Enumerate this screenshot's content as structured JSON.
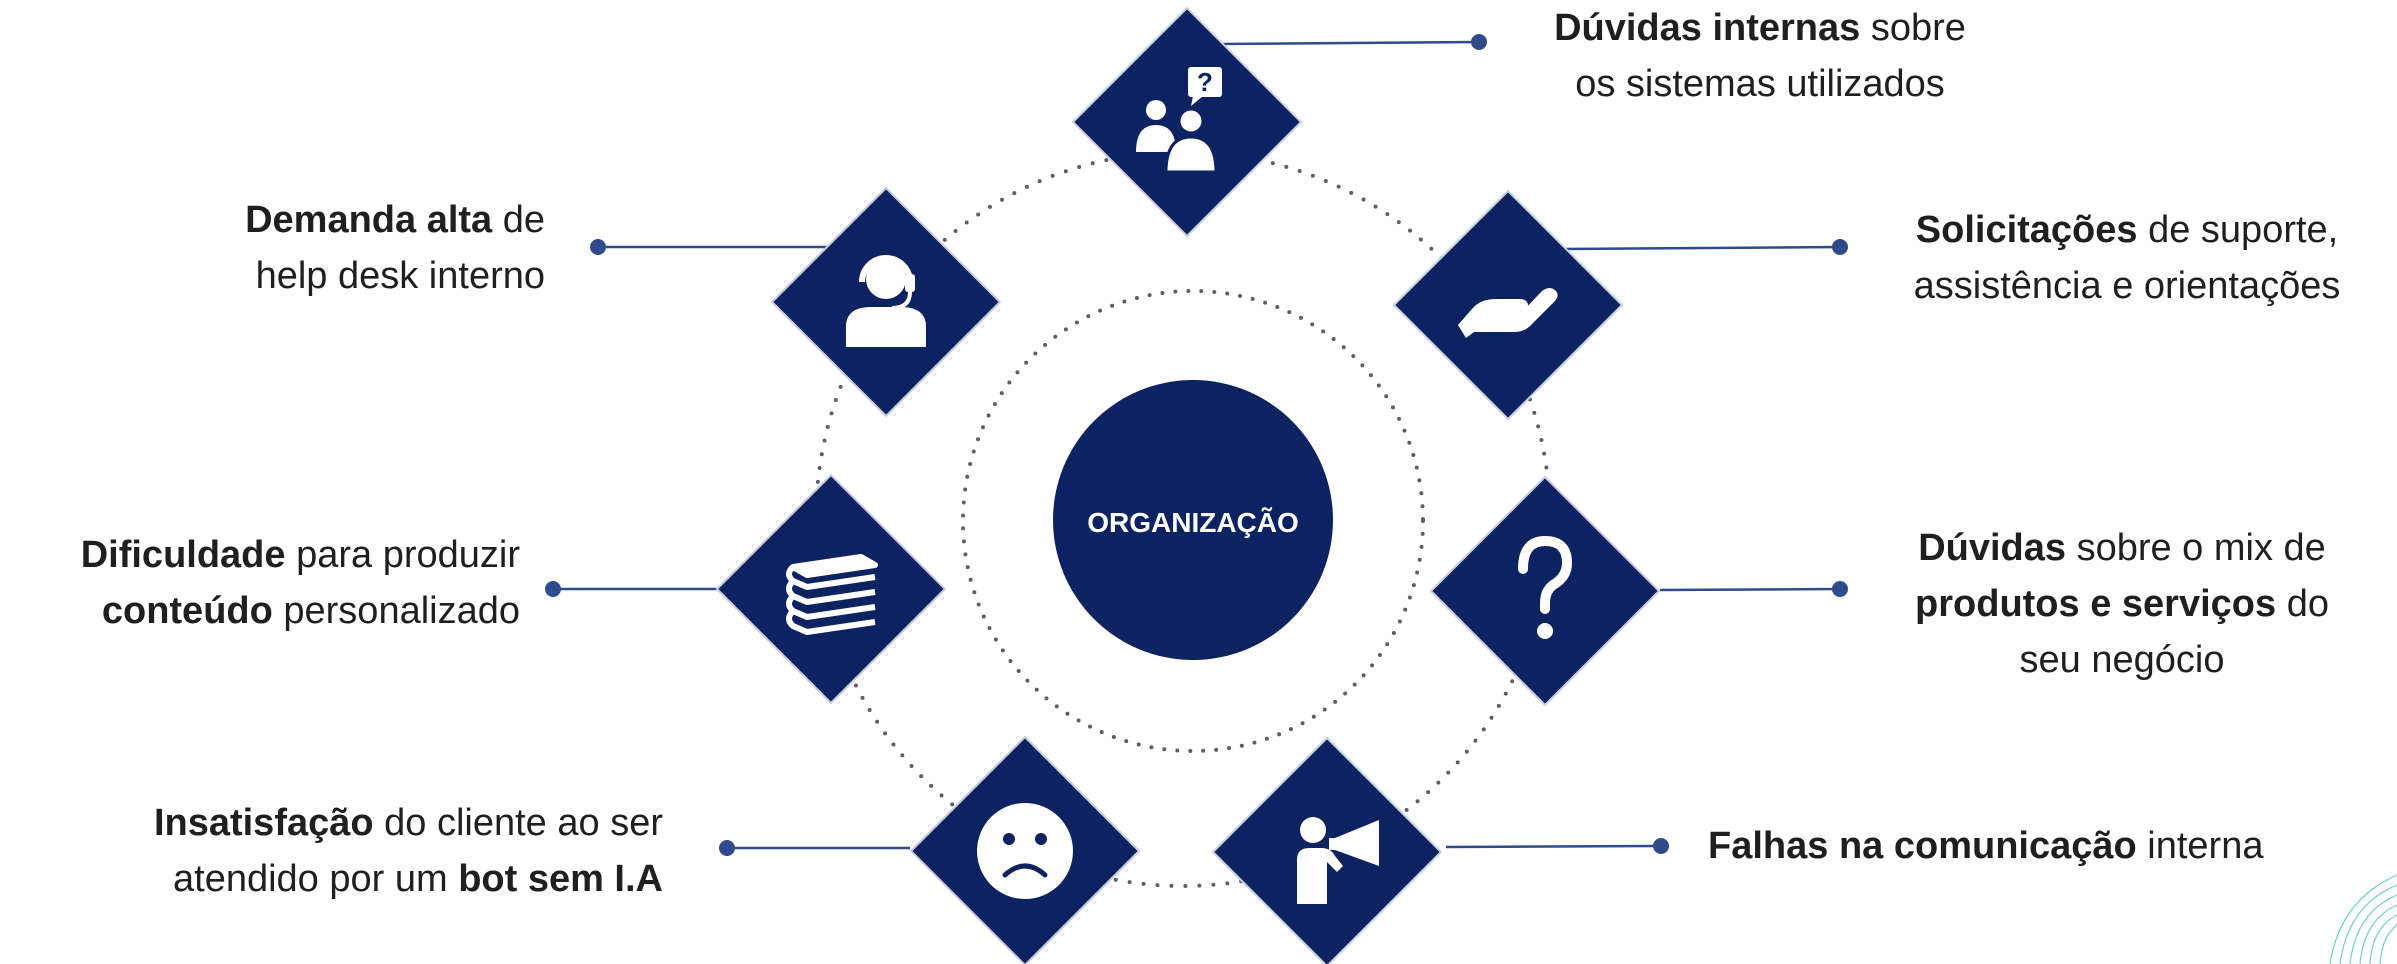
{
  "center": {
    "title": "ORGANIZAÇÃO"
  },
  "colors": {
    "navy": "#0d2260",
    "line": "#2f4b8c",
    "dots": "#5a5f6a",
    "white": "#ffffff"
  },
  "items": [
    {
      "id": "internal-questions",
      "icon": "people-question-icon",
      "lines": [
        [
          {
            "b": true,
            "t": "Dúvidas internas"
          },
          {
            "b": false,
            "t": " sobre"
          }
        ],
        [
          {
            "b": false,
            "t": "os sistemas utilizados"
          }
        ]
      ]
    },
    {
      "id": "high-demand",
      "icon": "headset-agent-icon",
      "lines": [
        [
          {
            "b": true,
            "t": "Demanda alta"
          },
          {
            "b": false,
            "t": " de"
          }
        ],
        [
          {
            "b": false,
            "t": "help desk interno"
          }
        ]
      ]
    },
    {
      "id": "requests",
      "icon": "hand-support-icon",
      "lines": [
        [
          {
            "b": true,
            "t": "Solicitações"
          },
          {
            "b": false,
            "t": " de suporte,"
          }
        ],
        [
          {
            "b": false,
            "t": "assistência e orientações"
          }
        ]
      ]
    },
    {
      "id": "content-difficulty",
      "icon": "books-stack-icon",
      "lines": [
        [
          {
            "b": true,
            "t": "Dificuldade"
          },
          {
            "b": false,
            "t": " para produzir"
          }
        ],
        [
          {
            "b": true,
            "t": "conteúdo"
          },
          {
            "b": false,
            "t": " personalizado"
          }
        ]
      ]
    },
    {
      "id": "product-questions",
      "icon": "question-mark-icon",
      "lines": [
        [
          {
            "b": true,
            "t": "Dúvidas"
          },
          {
            "b": false,
            "t": " sobre o mix de"
          }
        ],
        [
          {
            "b": true,
            "t": "produtos e serviços"
          },
          {
            "b": false,
            "t": " do"
          }
        ],
        [
          {
            "b": false,
            "t": "seu negócio"
          }
        ]
      ]
    },
    {
      "id": "dissatisfaction",
      "icon": "sad-face-icon",
      "lines": [
        [
          {
            "b": true,
            "t": "Insatisfação"
          },
          {
            "b": false,
            "t": " do cliente ao ser"
          }
        ],
        [
          {
            "b": false,
            "t": "atendido por um "
          },
          {
            "b": true,
            "t": "bot sem I.A"
          }
        ]
      ]
    },
    {
      "id": "communication-failures",
      "icon": "megaphone-person-icon",
      "lines": [
        [
          {
            "b": true,
            "t": "Falhas na comunicação"
          },
          {
            "b": false,
            "t": " interna"
          }
        ]
      ]
    }
  ]
}
